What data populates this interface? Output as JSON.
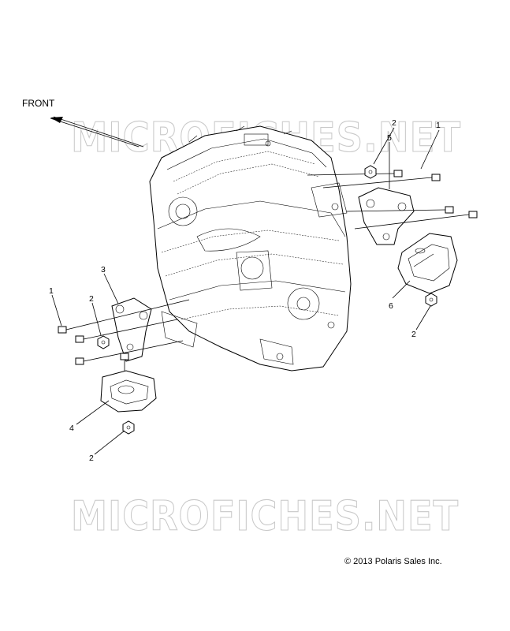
{
  "diagram": {
    "front_label": "FRONT",
    "watermark": "MICROFICHES.NET",
    "copyright": "© 2013 Polaris Sales Inc.",
    "callouts": {
      "c1_right": "1",
      "c2_top": "2",
      "c5": "5",
      "c3": "3",
      "c1_left": "1",
      "c2_left": "2",
      "c6": "6",
      "c2_right": "2",
      "c4": "4",
      "c2_bottom": "2"
    }
  }
}
